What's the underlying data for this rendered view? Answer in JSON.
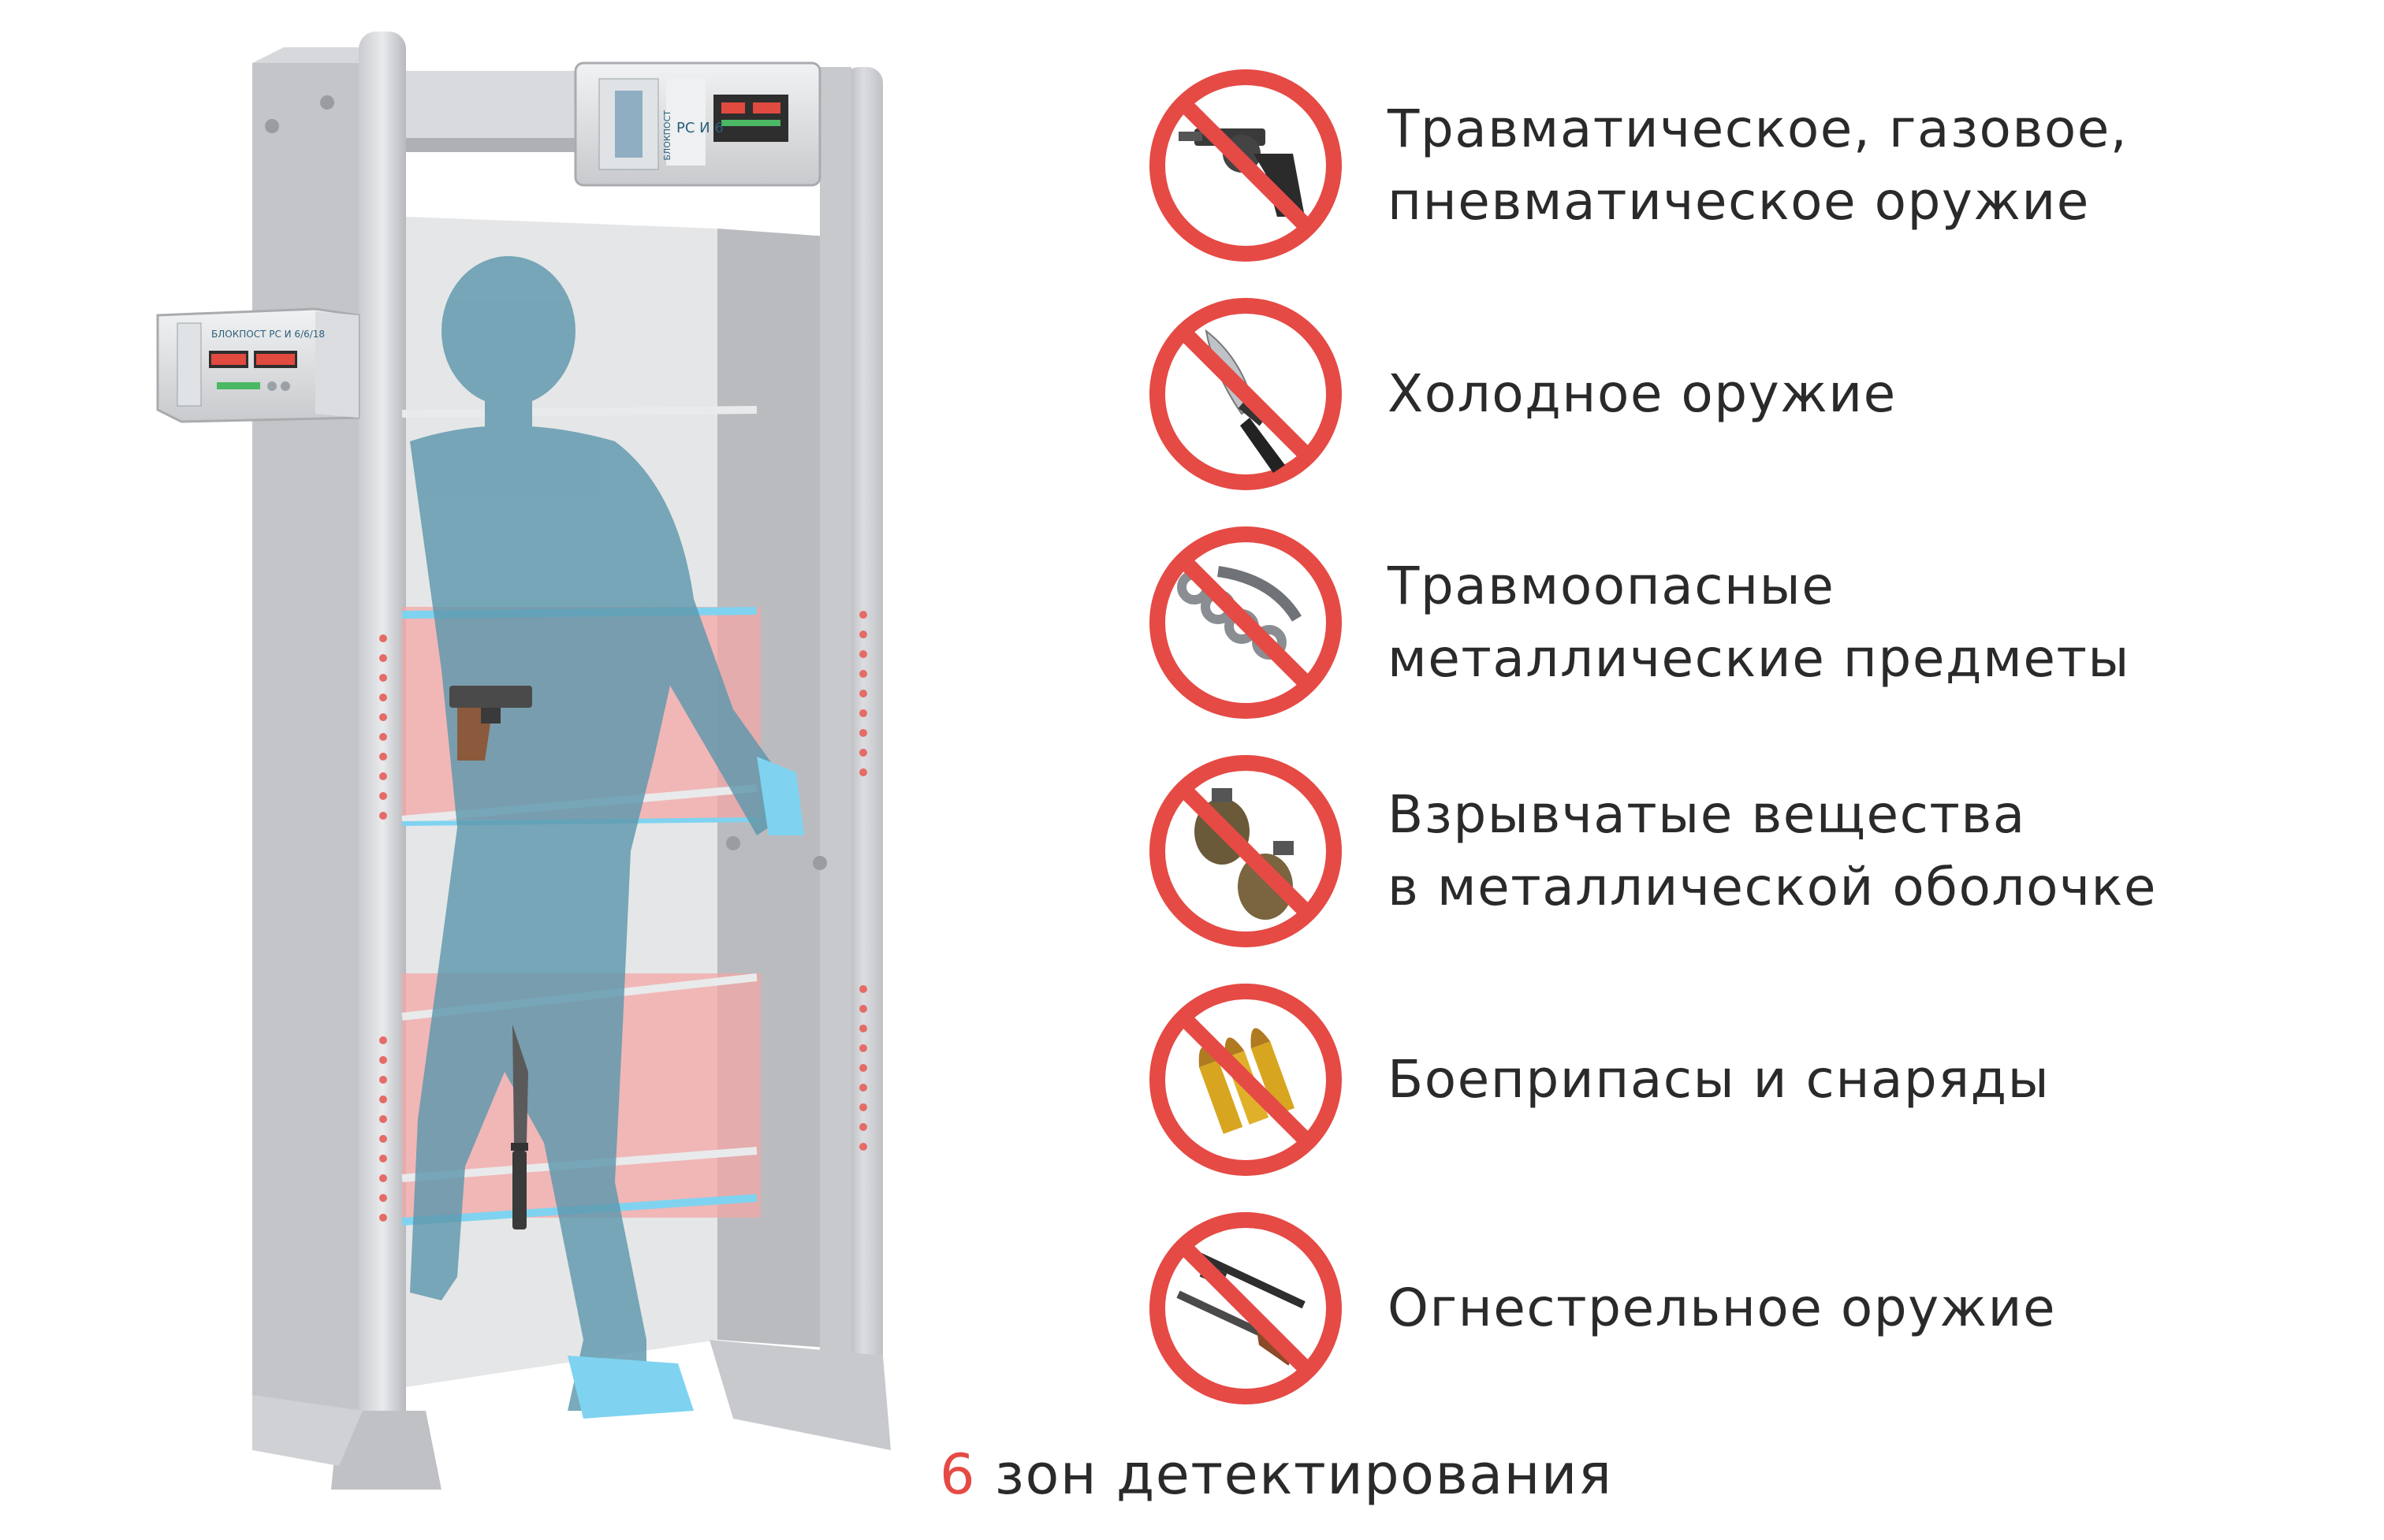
{
  "metal_detector": {
    "panel_top_brand": "БЛОКПОСТ",
    "panel_top_model": "РС И 6",
    "panel_side_text": "БЛОКПОСТ РС И 6/6/18"
  },
  "prohibited_items": [
    {
      "icon": "revolver-icon",
      "lines": [
        "Травматическое, газовое,",
        "пневматическое оружие"
      ]
    },
    {
      "icon": "knife-icon",
      "lines": [
        "Холодное оружие"
      ]
    },
    {
      "icon": "brass-knuckles-icon",
      "lines": [
        "Травмоопасные",
        "металлические предметы"
      ]
    },
    {
      "icon": "grenade-icon",
      "lines": [
        "Взрывчатые вещества",
        "в металлической оболочке"
      ]
    },
    {
      "icon": "bullets-icon",
      "lines": [
        "Боеприпасы и снаряды"
      ]
    },
    {
      "icon": "rifle-icon",
      "lines": [
        "Огнестрельное оружие"
      ]
    }
  ],
  "detection_zones": {
    "count": "6",
    "text": " зон детектирования"
  },
  "colors": {
    "prohibition_red": "#e54a45",
    "zone_red": "#f3a7a6",
    "zone_blue": "#7fd3f0",
    "silhouette": "#5d97ac"
  }
}
